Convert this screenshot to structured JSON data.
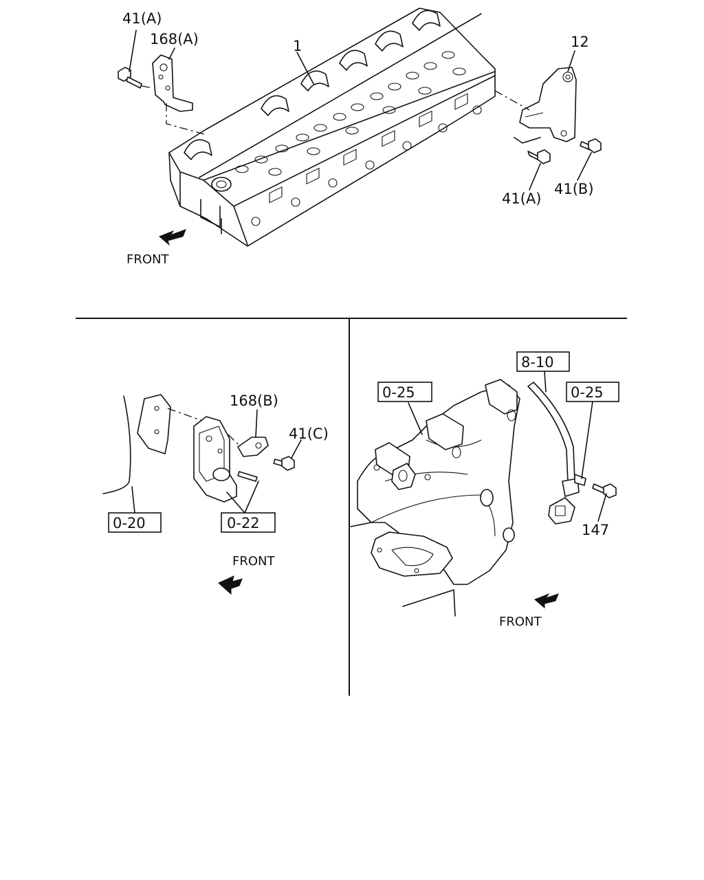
{
  "top_panel": {
    "callouts": {
      "bolt_41a_top": "41(A)",
      "bracket_168a": "168(A)",
      "cylinder_head": "1",
      "bracket_12": "12",
      "bolt_41a_right": "41(A)",
      "bolt_41b": "41(B)"
    },
    "front_label": "FRONT"
  },
  "bottom_left_panel": {
    "callouts": {
      "plate_168b": "168(B)",
      "bolt_41c": "41(C)"
    },
    "ref_boxes": {
      "ref_0_20": "0-20",
      "ref_0_22": "0-22"
    },
    "front_label": "FRONT"
  },
  "bottom_right_panel": {
    "callouts": {
      "bolt_147": "147"
    },
    "ref_boxes": {
      "ref_8_10": "8-10",
      "ref_0_25_left": "0-25",
      "ref_0_25_right": "0-25"
    },
    "front_label": "FRONT"
  }
}
